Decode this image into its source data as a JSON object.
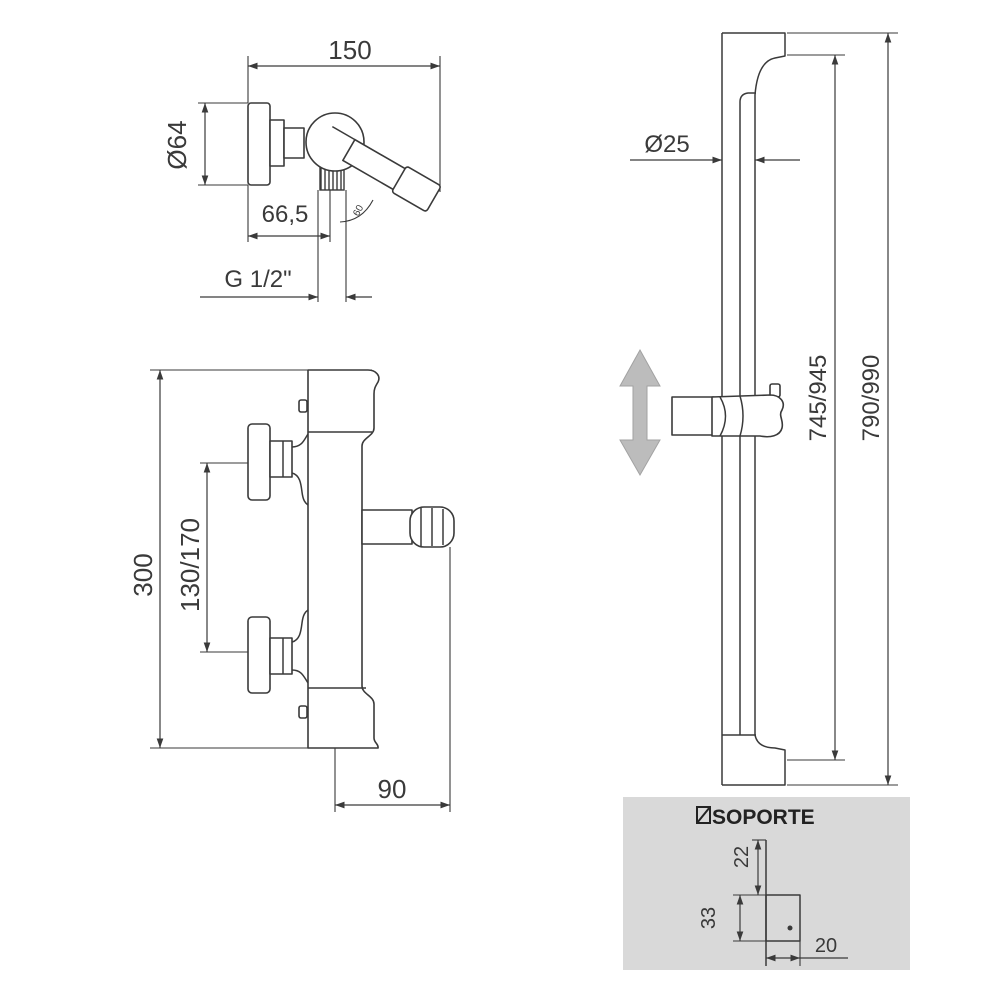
{
  "top_view": {
    "width_label": "150",
    "flange_diameter_label": "Ø64",
    "offset_label": "66,5",
    "angle_label": "60",
    "thread_label": "G 1/2\""
  },
  "front_view": {
    "height_label": "300",
    "center_distance_label": "130/170",
    "depth_label": "90"
  },
  "shower_bar": {
    "diameter_label": "Ø25",
    "inner_length_label": "745/945",
    "total_length_label": "790/990",
    "slider_icon": "double-arrow-vertical-icon"
  },
  "support": {
    "title": "SOPORTE",
    "title_icon": "square-section-icon",
    "top_height_label": "22",
    "height_label": "33",
    "width_label": "20"
  },
  "colors": {
    "line": "#3a3a3a",
    "panel": "#d9d9d9",
    "arrow": "#bcbcbc"
  }
}
